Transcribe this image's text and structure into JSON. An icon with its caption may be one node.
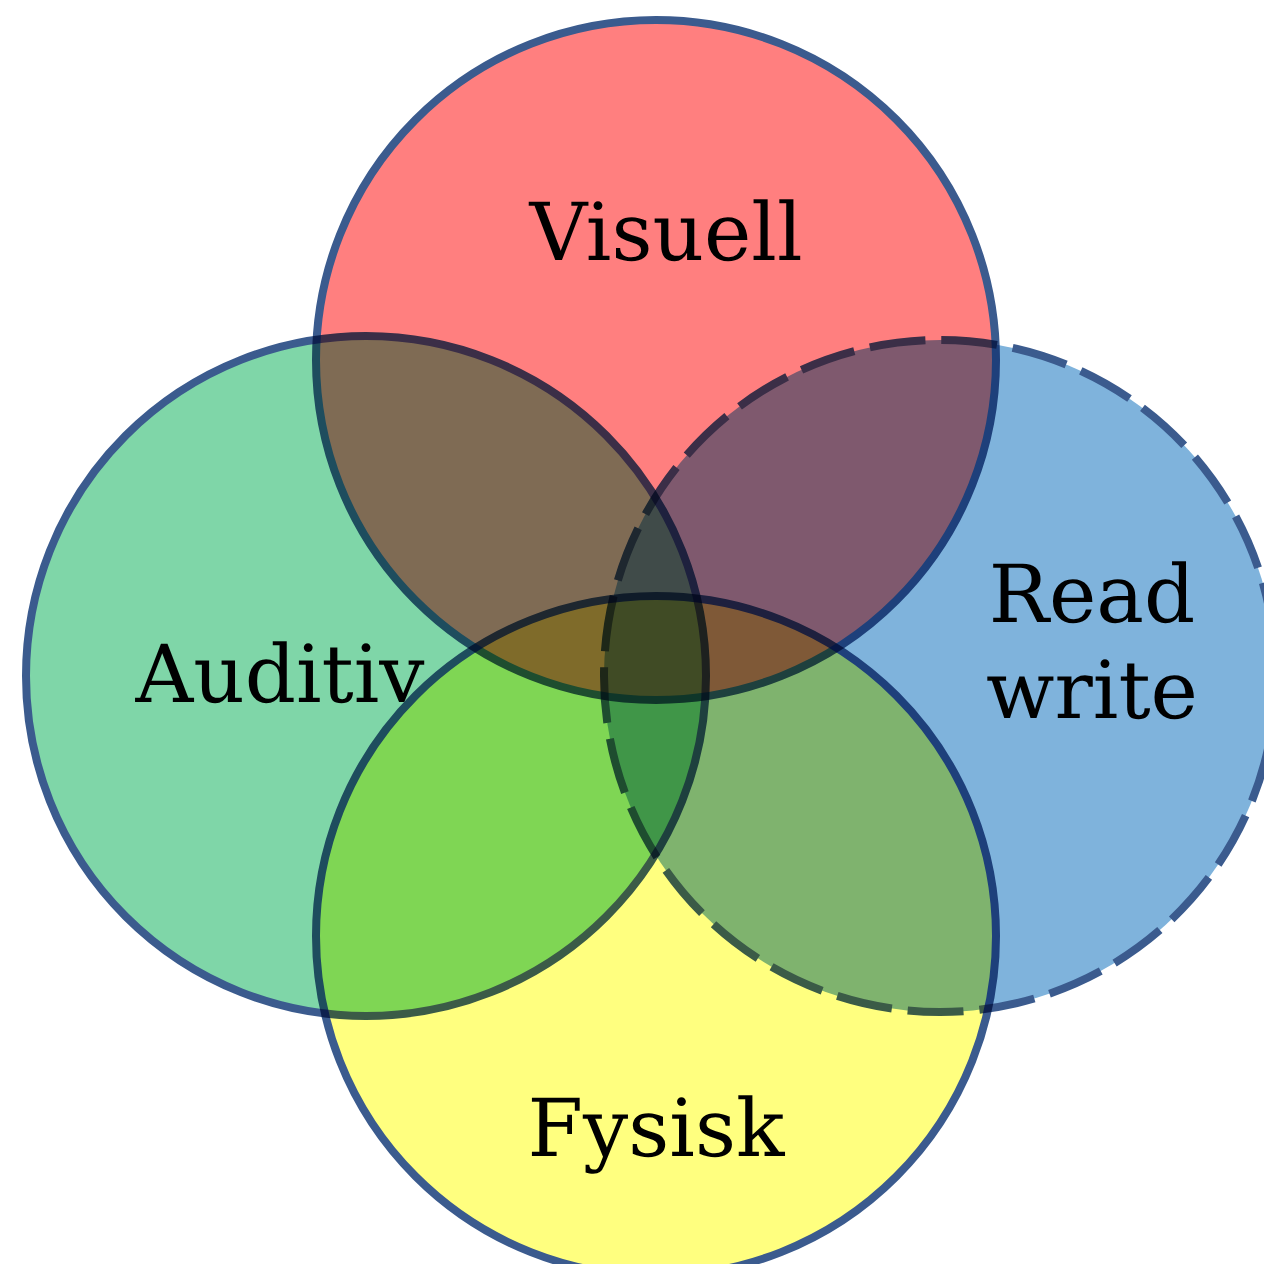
{
  "diagram": {
    "nodes": [
      {
        "text": [
          "Auditiv"
        ]
      },
      {
        "text": [
          "Visuell"
        ]
      },
      {
        "text": [
          "Read write"
        ]
      },
      {
        "text": [
          "Fysisk"
        ]
      }
    ]
  }
}
